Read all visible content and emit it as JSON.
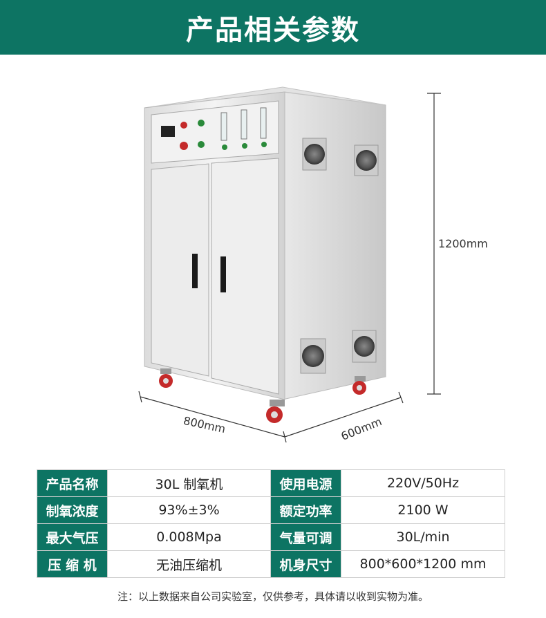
{
  "header": {
    "title": "产品相关参数"
  },
  "dimensions": {
    "height": "1200mm",
    "width": "800mm",
    "depth": "600mm"
  },
  "specs": [
    {
      "label1": "产品名称",
      "value1": "30L 制氧机",
      "label2": "使用电源",
      "value2": "220V/50Hz"
    },
    {
      "label1": "制氧浓度",
      "value1": "93%±3%",
      "label2": "额定功率",
      "value2": "2100 W"
    },
    {
      "label1": "最大气压",
      "value1": "0.008Mpa",
      "label2": "气量可调",
      "value2": "30L/min"
    },
    {
      "label1": "压 缩 机",
      "value1": "无油压缩机",
      "label2": "机身尺寸",
      "value2": "800*600*1200 mm"
    }
  ],
  "note": "注：以上数据来自公司实验室，仅供参考，具体请以收到实物为准。",
  "colors": {
    "brand": "#0d7463",
    "wheel": "#c42a2a"
  }
}
